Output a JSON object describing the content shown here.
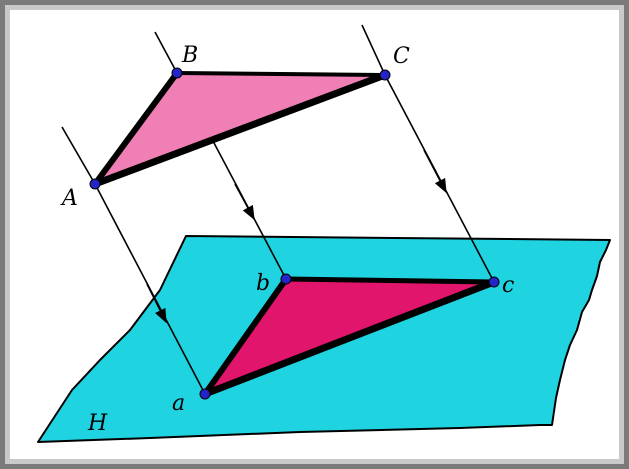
{
  "colors": {
    "frame_outer": "#7b7b7b",
    "frame_inner": "#c9c9c9",
    "background": "#ffffff",
    "plane_fill": "#1fd3e1",
    "upper_triangle_fill": "#f07fb5",
    "lower_triangle_fill": "#e0156b",
    "outline": "#000000",
    "vertex_dot": "#2424c8"
  },
  "labels": {
    "B": "B",
    "C": "C",
    "A": "A",
    "b": "b",
    "c": "c",
    "a": "a",
    "H": "H"
  }
}
